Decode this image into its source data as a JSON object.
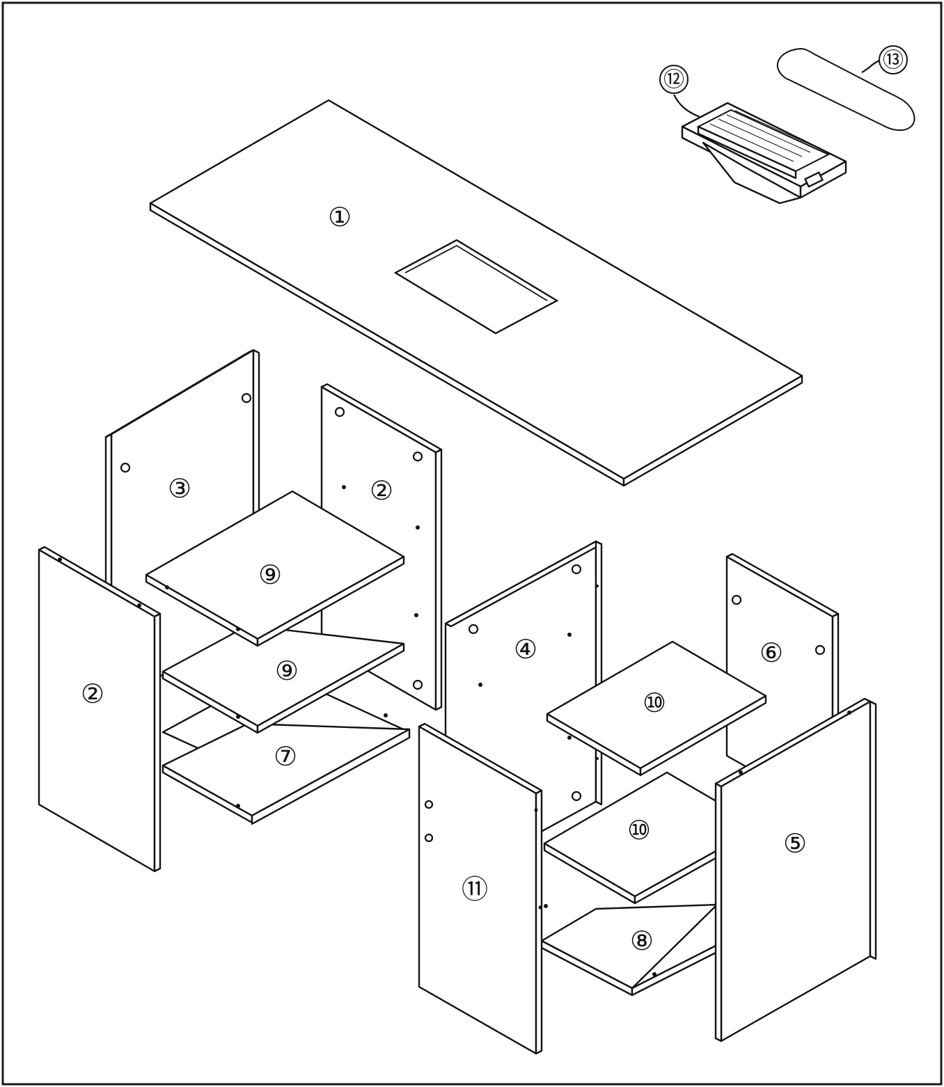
{
  "labels": {
    "top_panel": "①",
    "side_panel_back": "②",
    "side_panel_front_left": "②",
    "back_panel_left": "③",
    "center_panel": "④",
    "side_panel_right": "⑤",
    "back_panel_right": "⑥",
    "bottom_shelf_left": "⑦",
    "bottom_shelf_right": "⑧",
    "shelf_left_upper": "⑨",
    "shelf_left_middle": "⑨",
    "shelf_right_upper": "⑩",
    "shelf_right_middle": "⑩",
    "front_panel_right": "⑪",
    "sink_unit": "⑫",
    "gasket": "⑬"
  }
}
